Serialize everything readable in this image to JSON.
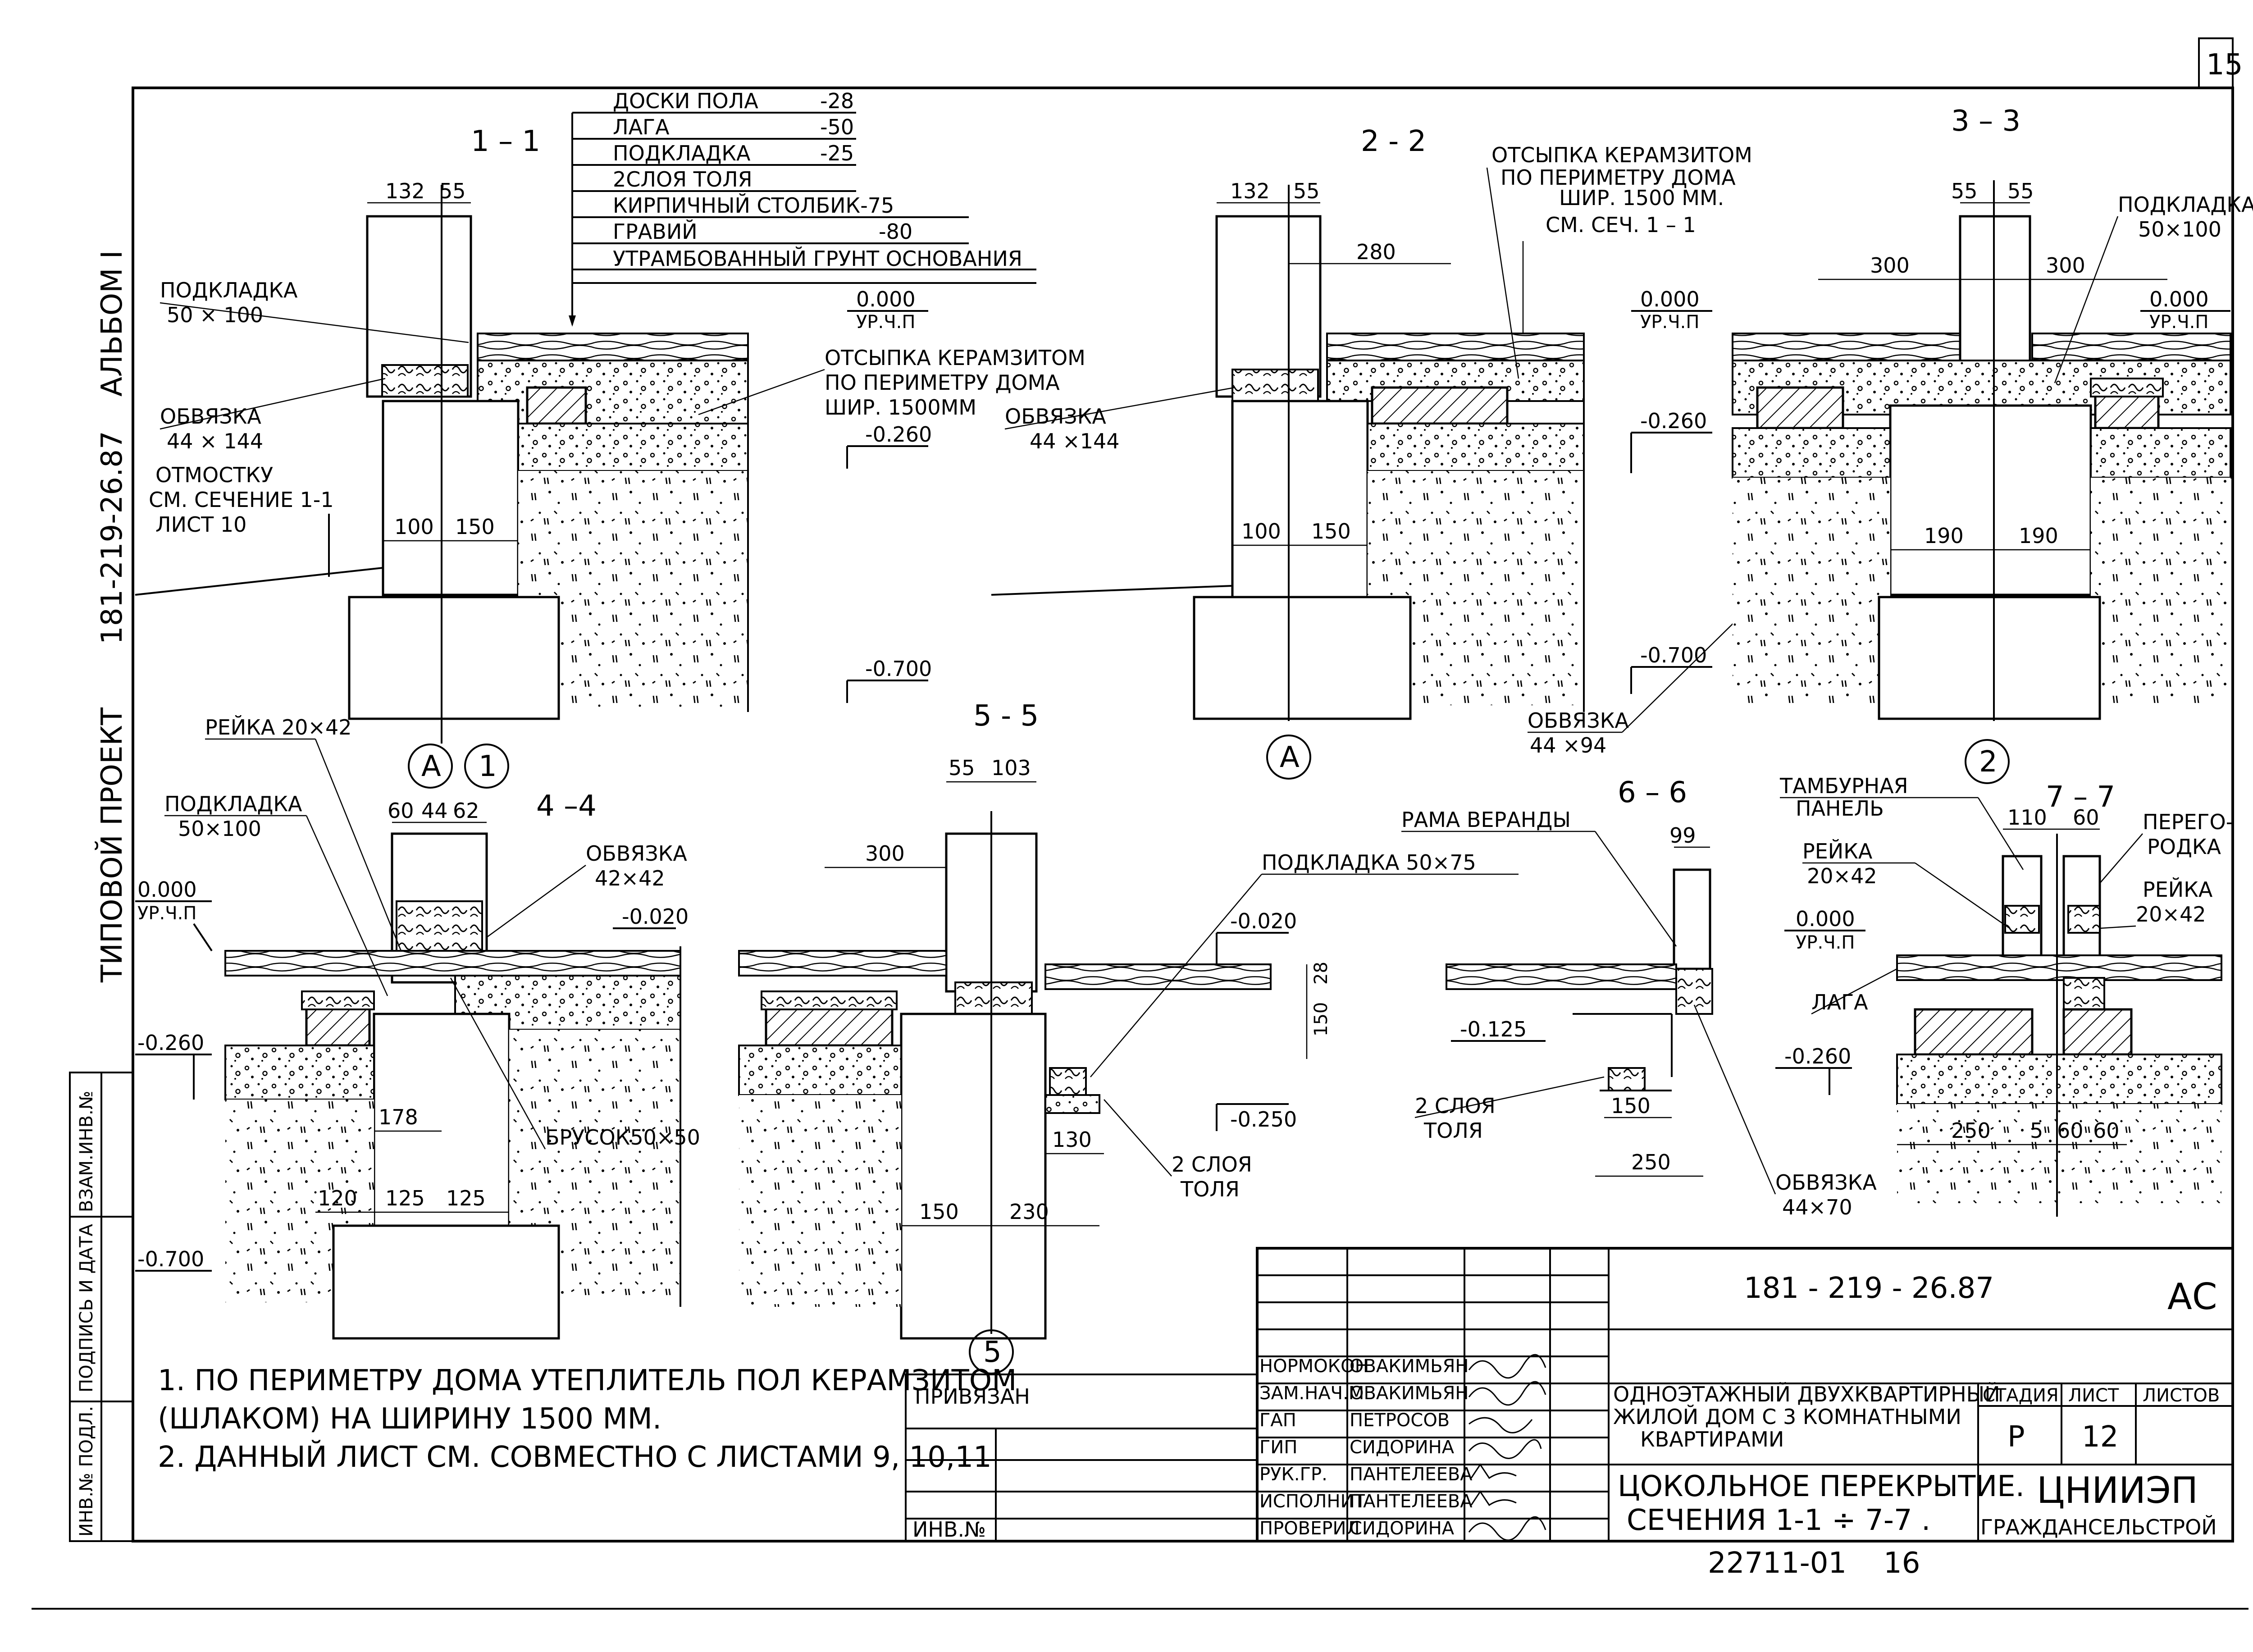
{
  "sheet_number": "15",
  "left_margin": {
    "album": "АЛЬБОМ I",
    "project_code": "181-219-26.87",
    "project_type": "ТИПОВОЙ  ПРОЕКТ",
    "stamp_fields": [
      "ИНВ.№ ПОДЛ.",
      "ПОДПИСЬ И ДАТА",
      "ВЗАМ.ИНВ.№"
    ]
  },
  "sections": {
    "s1": {
      "title": "1 – 1",
      "layers": [
        {
          "name": "ДОСКИ  ПОЛА",
          "value": "-28"
        },
        {
          "name": "ЛАГА",
          "value": "-50"
        },
        {
          "name": "ПОДКЛАДКА",
          "value": "-25"
        },
        {
          "name": "2СЛОЯ  ТОЛЯ",
          "value": ""
        },
        {
          "name": "КИРПИЧНЫЙ СТОЛБИК-75",
          "value": ""
        },
        {
          "name": "ГРАВИЙ",
          "value": "-80"
        },
        {
          "name": "УТРАМБОВАННЫЙ ГРУНТ ОСНОВАНИЯ",
          "value": ""
        }
      ],
      "dims": [
        "132",
        "55",
        "100",
        "150"
      ],
      "podkladka": "ПОДКЛАДКА",
      "podkladka_size": "50 × 100",
      "obvyazka": "ОБВЯЗКА",
      "obvyazka_size": "44 × 144",
      "otmostka": [
        "ОТМОСТКУ",
        "СМ. СЕЧЕНИЕ 1-1",
        "ЛИСТ 10"
      ],
      "otsypka": [
        "ОТСЫПКА КЕРАМЗИТОМ",
        "ПО ПЕРИМЕТРУ  ДОМА",
        "ШИР.  1500ММ"
      ],
      "lvl_0": "0.000",
      "lvl_0_sub": "УР.Ч.П",
      "lvl_260": "-0.260",
      "lvl_700": "-0.700",
      "axes": [
        "А",
        "1"
      ]
    },
    "s2": {
      "title": "2 - 2",
      "dims": [
        "132",
        "55",
        "280",
        "100",
        "150"
      ],
      "otsypka": [
        "ОТСЫПКА  КЕРАМЗИТОМ",
        "ПО ПЕРИМЕТРУ  ДОМА",
        "ШИР. 1500 ММ.",
        "СМ. СЕЧ.   1 – 1"
      ],
      "obvyazka": "ОБВЯЗКА",
      "obvyazka_size": "44 ×144",
      "lvl_0": "0.000",
      "lvl_0_sub": "УР.Ч.П",
      "lvl_260": "-0.260",
      "lvl_700": "-0.700",
      "obvyazka2": "ОБВЯЗКА",
      "obvyazka2_size": "44 ×94",
      "axis": "А"
    },
    "s3": {
      "title": "3  – 3",
      "dims": [
        "55",
        "55",
        "300",
        "300",
        "190",
        "190"
      ],
      "podkladka": "ПОДКЛАДКА",
      "podkladka_size": "50×100",
      "lvl_0": "0.000",
      "lvl_0_sub": "УР.Ч.П",
      "axis": "2"
    },
    "s4": {
      "title": "4 –4",
      "dims": [
        "60",
        "44",
        "62",
        "178",
        "120",
        "125",
        "125"
      ],
      "reika": "РЕЙКА  20×42",
      "podkladka": "ПОДКЛАДКА",
      "podkladka_size": "50×100",
      "obvyazka": "ОБВЯЗКА",
      "obvyazka_size": "42×42",
      "brusok": "БРУСОК50×50",
      "lvl_0": "0.000",
      "lvl_0_sub": "УР.Ч.П",
      "lvl_020": "-0.020",
      "lvl_260": "-0.260",
      "lvl_700": "-0.700"
    },
    "s5": {
      "title": "5 - 5",
      "dims": [
        "55",
        "103",
        "300",
        "130",
        "150",
        "230",
        "28",
        "150"
      ],
      "podkladka": "ПОДКЛАДКА  50×75",
      "lvl_020": "-0.020",
      "lvl_250": "-0.250",
      "tolya": [
        "2 СЛОЯ",
        "ТОЛЯ"
      ],
      "axis": "5"
    },
    "s6": {
      "title": "6 – 6",
      "rama": "РАМА  ВЕРАНДЫ",
      "dims": [
        "99",
        "150",
        "250"
      ],
      "lvl_125": "-0.125",
      "tolya": [
        "2 СЛОЯ",
        "ТОЛЯ"
      ],
      "obvyazka": "ОБВЯЗКА",
      "obvyazka_size": "44×70"
    },
    "s7": {
      "title": "7 – 7",
      "tambur": [
        "ТАМБУРНАЯ",
        "ПАНЕЛЬ"
      ],
      "peregorodka": [
        "ПЕРЕГО-",
        "РОДКА"
      ],
      "dims": [
        "110",
        "60",
        "250",
        "5",
        "60",
        "60"
      ],
      "reika1": "РЕЙКА",
      "reika1_size": "20×42",
      "reika2": "РЕЙКА",
      "reika2_size": "20×42",
      "laga": "ЛАГА",
      "lvl_0": "0.000",
      "lvl_0_sub": "УР.Ч.П",
      "lvl_260": "-0.260"
    }
  },
  "notes": [
    "1. ПО ПЕРИМЕТРУ  ДОМА   УТЕПЛИТЕЛЬ  ПОЛ  КЕРАМЗИТОМ",
    "    (ШЛАКОМ)  НА  ШИРИНУ   1500 ММ.",
    "2. ДАННЫЙ   ЛИСТ   СМ.  СОВМЕСТНО  С  ЛИСТАМИ  9, 10,11"
  ],
  "privyazan": {
    "title": "ПРИВЯЗАН",
    "inv": "ИНВ.№"
  },
  "title_block": {
    "code": "181 - 219 - 26.87",
    "mark": "АС",
    "staff": [
      {
        "role": "НОРМОКОН",
        "name": "ОВАКИМЬЯН"
      },
      {
        "role": "ЗАМ.НАЧ.М",
        "name": "ОВАКИМЬЯН"
      },
      {
        "role": "ГАП",
        "name": "ПЕТРОСОВ"
      },
      {
        "role": "ГИП",
        "name": "СИДОРИНА"
      },
      {
        "role": "РУК.ГР.",
        "name": "ПАНТЕЛЕЕВА"
      },
      {
        "role": "ИСПОЛНИТ",
        "name": "ПАНТЕЛЕЕВА"
      },
      {
        "role": "ПРОВЕРИЛ",
        "name": "СИДОРИНА"
      }
    ],
    "building": [
      "ОДНОЭТАЖНЫЙ  ДВУХКВАРТИРНЫЙ",
      "ЖИЛОЙ ДОМ С 3 КОМНАТНЫМИ",
      "КВАРТИРАМИ"
    ],
    "sheet_title": [
      "ЦОКОЛЬНОЕ  ПЕРЕКРЫТИЕ.",
      "СЕЧЕНИЯ 1-1 ÷ 7-7 ."
    ],
    "stage_hdr": "СТАДИЯ",
    "sheet_hdr": "ЛИСТ",
    "sheets_hdr": "ЛИСТОВ",
    "stage": "Р",
    "sheet": "12",
    "sheets": "",
    "org": [
      "ЦНИИЭП",
      "ГРАЖДАНСЕЛЬСТРОЙ"
    ],
    "footer_code": "22711-01",
    "footer_num": "16"
  }
}
